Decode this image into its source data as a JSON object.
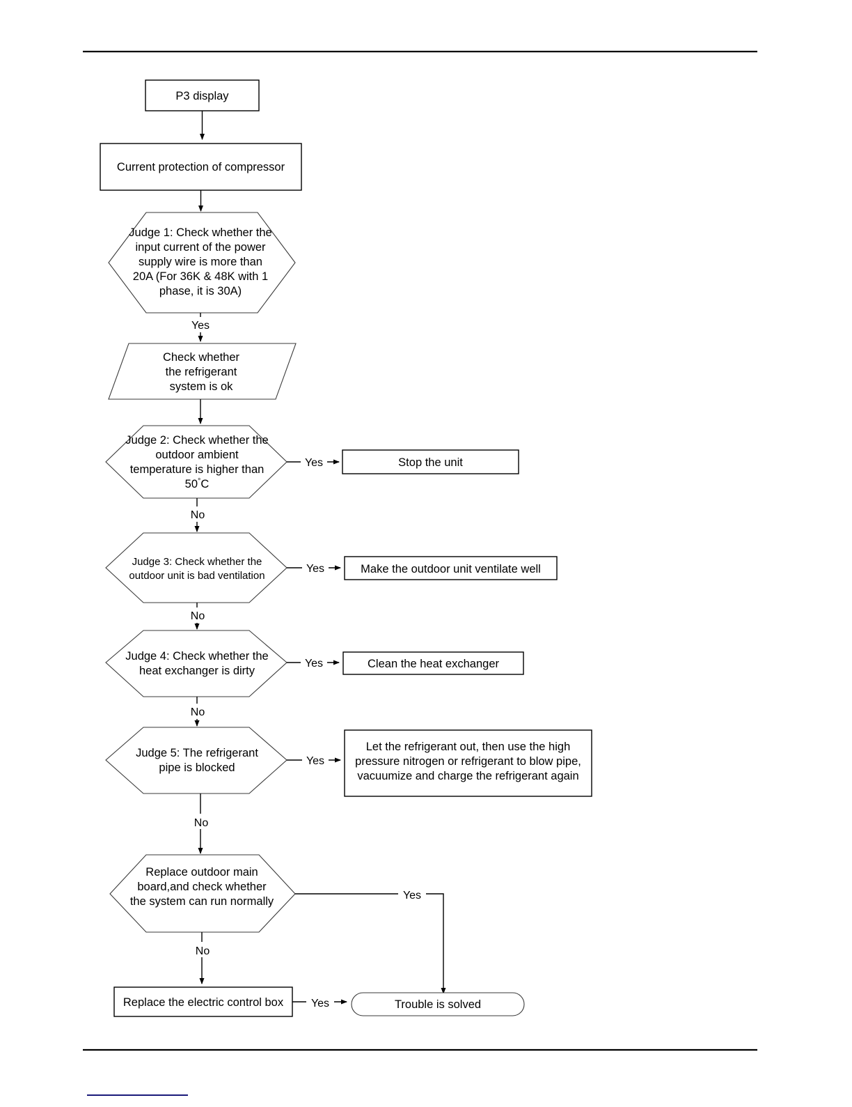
{
  "page": {
    "top_rule": true,
    "bottom_rule": true,
    "footer_accent_rule": true,
    "background_color": "#ffffff",
    "line_color": "#000000",
    "accent_color": "#19197a"
  },
  "diagram": {
    "title": "P3 display troubleshooting flowchart",
    "nodes": {
      "start": {
        "label": "P3 display",
        "shape": "rectangle"
      },
      "fault": {
        "label": "Current protection of compressor",
        "shape": "rectangle"
      },
      "judge1": {
        "shape": "hexagon",
        "lines": [
          "Judge 1: Check whether the",
          "input current of the power",
          "supply wire is more than",
          "20A (For 36K & 48K with 1",
          "phase, it is 30A)"
        ]
      },
      "refrigerant_check": {
        "shape": "parallelogram",
        "lines": [
          "Check whether",
          "the refrigerant",
          "system is ok"
        ]
      },
      "judge2": {
        "shape": "hexagon",
        "lines": [
          "Judge 2: Check whether the",
          "outdoor ambient",
          "temperature is higher than",
          "50"
        ],
        "last_line_suffix": "C",
        "degree_symbol": "°"
      },
      "stop_unit": {
        "label": "Stop the unit",
        "shape": "rectangle"
      },
      "judge3": {
        "shape": "hexagon",
        "lines": [
          "Judge 3: Check whether the",
          "outdoor unit is bad ventilation"
        ]
      },
      "ventilate": {
        "label": "Make the outdoor unit ventilate well",
        "shape": "rectangle"
      },
      "judge4": {
        "shape": "hexagon",
        "lines": [
          "Judge 4: Check whether the",
          "heat exchanger is dirty"
        ]
      },
      "clean_exchanger": {
        "label": "Clean the heat exchanger",
        "shape": "rectangle"
      },
      "judge5": {
        "shape": "hexagon",
        "lines": [
          "Judge 5: The refrigerant",
          "pipe is blocked"
        ]
      },
      "blow_pipe": {
        "shape": "rectangle",
        "lines": [
          "Let the refrigerant out, then use the high",
          "pressure nitrogen or refrigerant to blow pipe,",
          "vacuumize and charge the refrigerant again"
        ]
      },
      "replace_board": {
        "shape": "hexagon",
        "lines": [
          "Replace outdoor main",
          "board,and check whether",
          "the system can run normally"
        ]
      },
      "replace_box": {
        "label": "Replace the electric control box",
        "shape": "rectangle"
      },
      "solved": {
        "label": "Trouble is solved",
        "shape": "rounded-terminal"
      }
    },
    "edge_labels": {
      "judge1_yes": "Yes",
      "judge2_yes": "Yes",
      "judge2_no": "No",
      "judge3_yes": "Yes",
      "judge3_no": "No",
      "judge4_yes": "Yes",
      "judge4_no": "No",
      "judge5_yes": "Yes",
      "judge5_no": "No",
      "replace_board_yes": "Yes",
      "replace_board_no": "No",
      "replace_box_yes": "Yes"
    }
  }
}
